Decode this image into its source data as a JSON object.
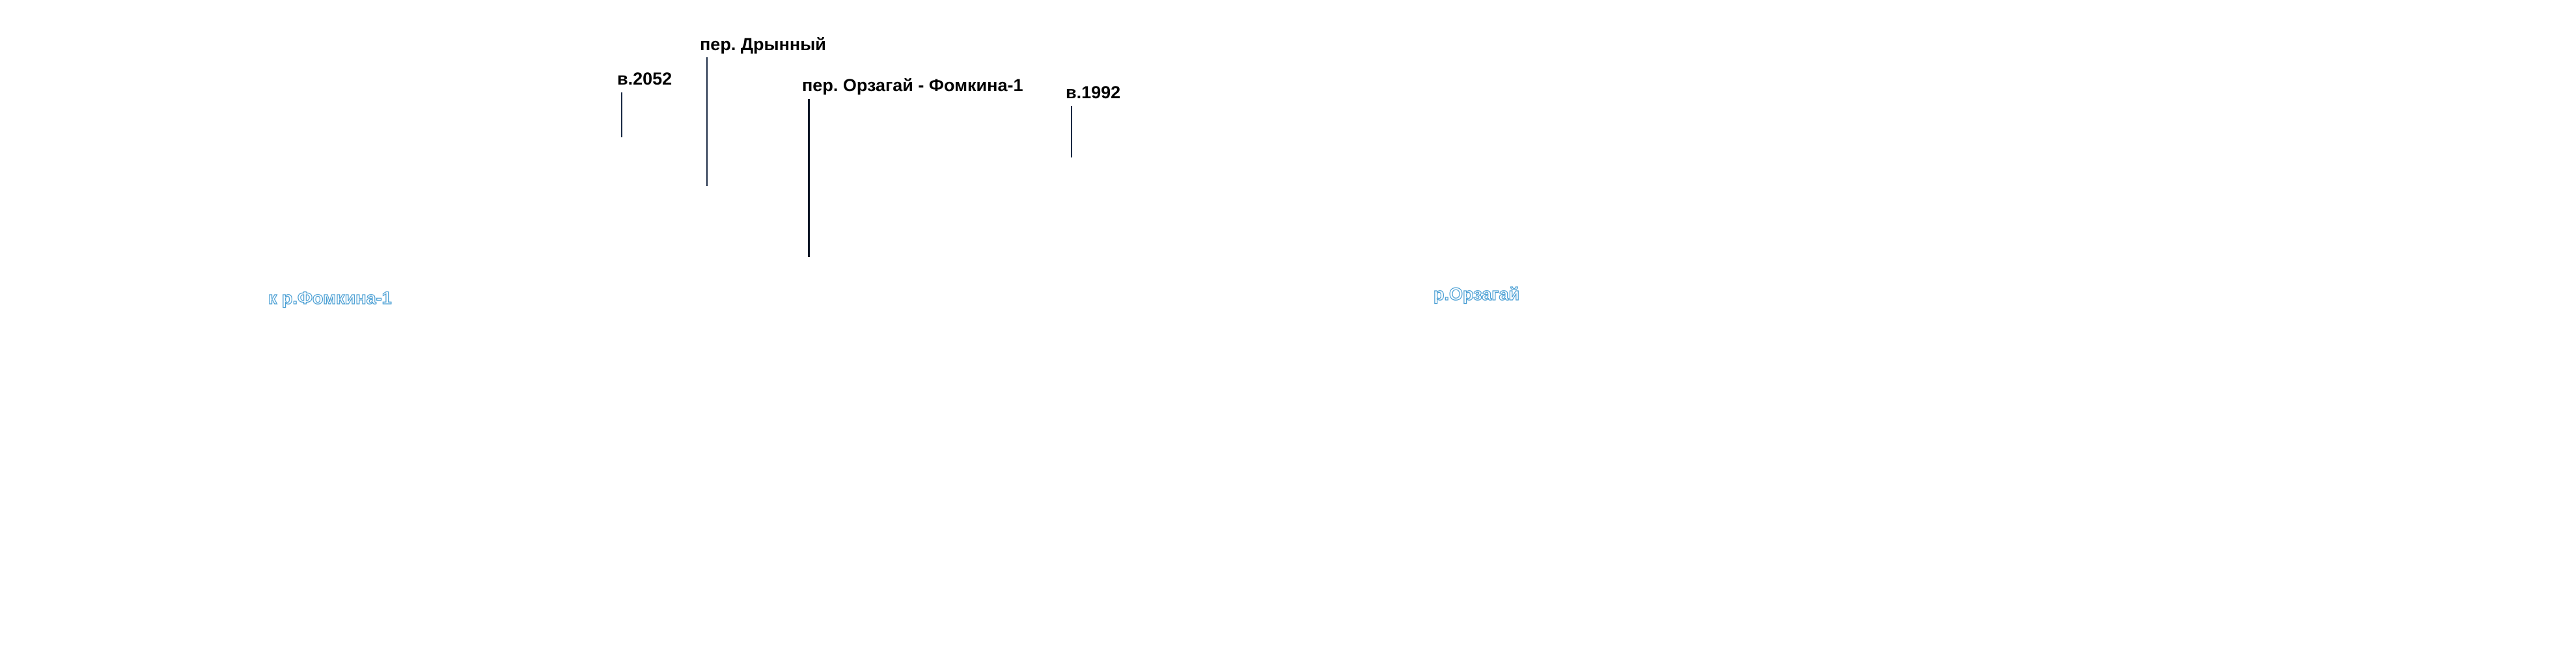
{
  "labels": {
    "peak_2052": "в.2052",
    "pass_drynny": "пер. Дрынный",
    "pass_orzagay_fomkina": "пер. Орзагай - Фомкина-1",
    "peak_1992": "в.1992"
  },
  "rivers": {
    "to_fomkina": "к р.Фомкина-1",
    "orzagay": "р.Орзагай"
  },
  "colors": {
    "label": "#000000",
    "leader": "#1a2a44",
    "river_outline": "#4a9fd4",
    "background": "#ffffff"
  }
}
